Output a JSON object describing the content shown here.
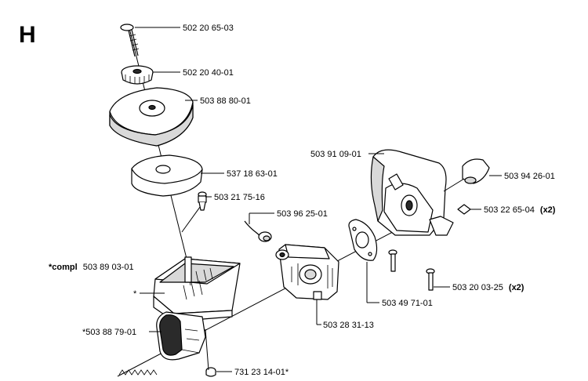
{
  "section_letter": "H",
  "parts": {
    "p1": "502 20 65-03",
    "p2": "502 20 40-01",
    "p3": "503 88 80-01",
    "p4": "537 18 63-01",
    "p5": "503 21 75-16",
    "p6": "503 96 25-01",
    "p7_prefix": "*compl",
    "p7": "503 89 03-01",
    "p8": "*",
    "p9": "*503 88 79-01",
    "p10": "731 23 14-01*",
    "p11": "503 28 31-13",
    "p12": "503 49 71-01",
    "p13": "503 20 03-25",
    "p13_qty": "(x2)",
    "p14": "503 22 65-04",
    "p14_qty": "(x2)",
    "p15": "503 94 26-01",
    "p16": "503 91 09-01"
  }
}
